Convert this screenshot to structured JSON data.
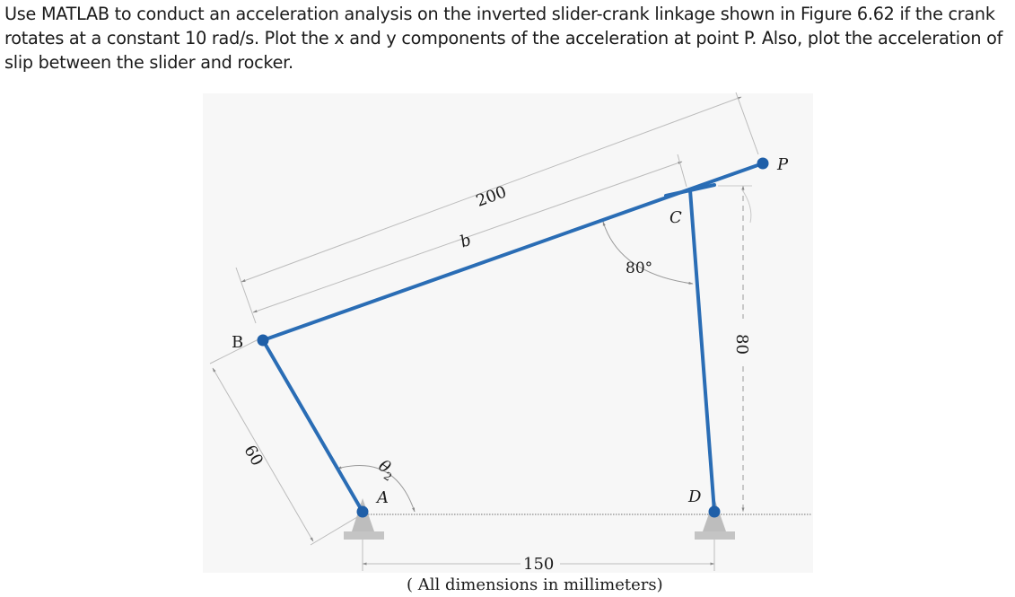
{
  "problem": {
    "text": "Use MATLAB to conduct an acceleration analysis on the inverted slider-crank linkage shown in Figure 6.62 if the crank rotates at a constant 10 rad/s. Plot the x and y components of the acceleration at point P. Also, plot the acceleration of slip between the slider and rocker."
  },
  "figure": {
    "points": {
      "A": "A",
      "B": "B",
      "C": "C",
      "D": "D",
      "P": "P"
    },
    "dimensions": {
      "overall": "200",
      "b": "b",
      "crank": "60",
      "ground": "150",
      "height": "80",
      "angle_theta": "θ",
      "angle_theta_sub": "2",
      "angle_fixed": "80°"
    },
    "note": "( All dimensions in millimeters)",
    "colors": {
      "link": "#2a6db5",
      "dimension": "#b8b8b8",
      "ground": "#bdbdbd",
      "background": "#f7f7f7"
    }
  }
}
